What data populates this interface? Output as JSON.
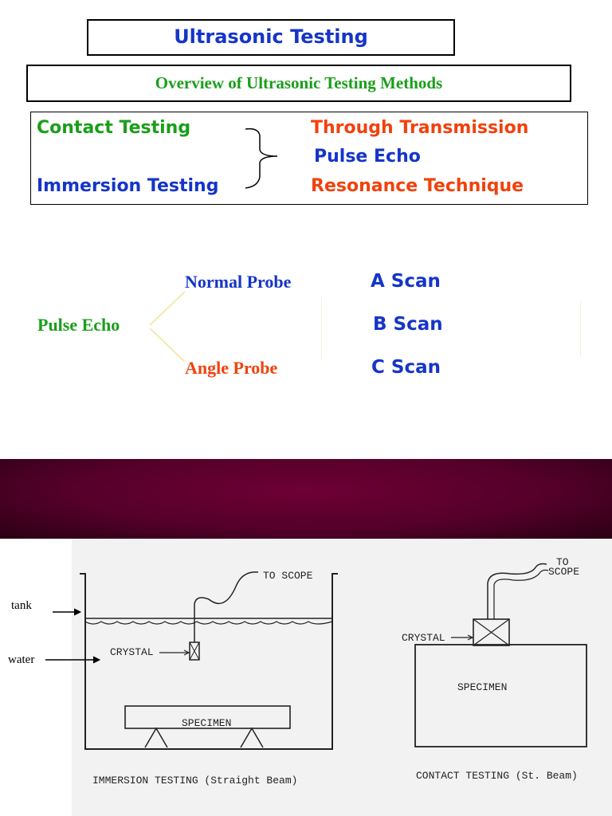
{
  "header": {
    "title": "Ultrasonic Testing",
    "subtitle": "Overview of Ultrasonic Testing Methods"
  },
  "methods": {
    "contact": "Contact Testing",
    "immersion": "Immersion Testing",
    "through_transmission": "Through Transmission",
    "pulse_echo": "Pulse Echo",
    "resonance": "Resonance Technique"
  },
  "probes": {
    "pulse_echo": "Pulse Echo",
    "normal_probe": "Normal Probe",
    "angle_probe": "Angle Probe",
    "scans": [
      "A Scan",
      "B Scan",
      "C Scan"
    ]
  },
  "diagram": {
    "tank_label": "tank",
    "water_label": "water",
    "immersion": {
      "to_scope": "TO SCOPE",
      "crystal": "CRYSTAL",
      "specimen": "SPECIMEN",
      "caption": "IMMERSION TESTING (Straight Beam)"
    },
    "contact": {
      "to_scope_1": "TO",
      "to_scope_2": "SCOPE",
      "crystal": "CRYSTAL",
      "specimen": "SPECIMEN",
      "caption": "CONTACT TESTING (St. Beam)"
    }
  },
  "colors": {
    "green": "#1a9e1a",
    "blue": "#1535c8",
    "orange": "#f0420d",
    "banner": "#6e0035"
  }
}
